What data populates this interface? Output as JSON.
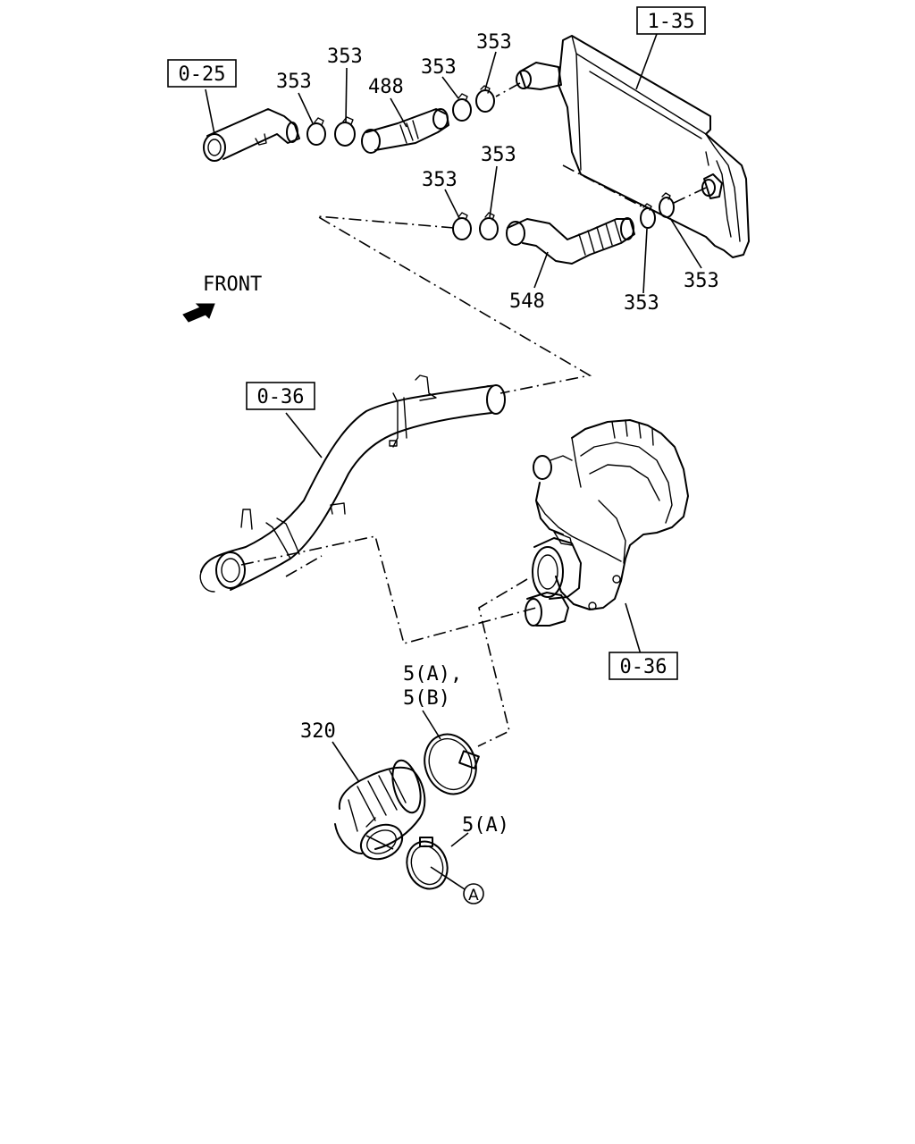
{
  "ref_boxes": {
    "b025": "0-25",
    "b135": "1-35",
    "b036_left": "0-36",
    "b036_right": "0-36"
  },
  "callouts": {
    "c353_1": "353",
    "c353_2": "353",
    "c488": "488",
    "c353_3": "353",
    "c353_4": "353",
    "c353_5": "353",
    "c353_6": "353",
    "c548": "548",
    "c353_7": "353",
    "c353_8": "353",
    "c5a5b_1": "5(A),",
    "c5a5b_2": "5(B)",
    "c320": "320",
    "c5a": "5(A)",
    "cA": "A"
  },
  "front_label": "FRONT"
}
